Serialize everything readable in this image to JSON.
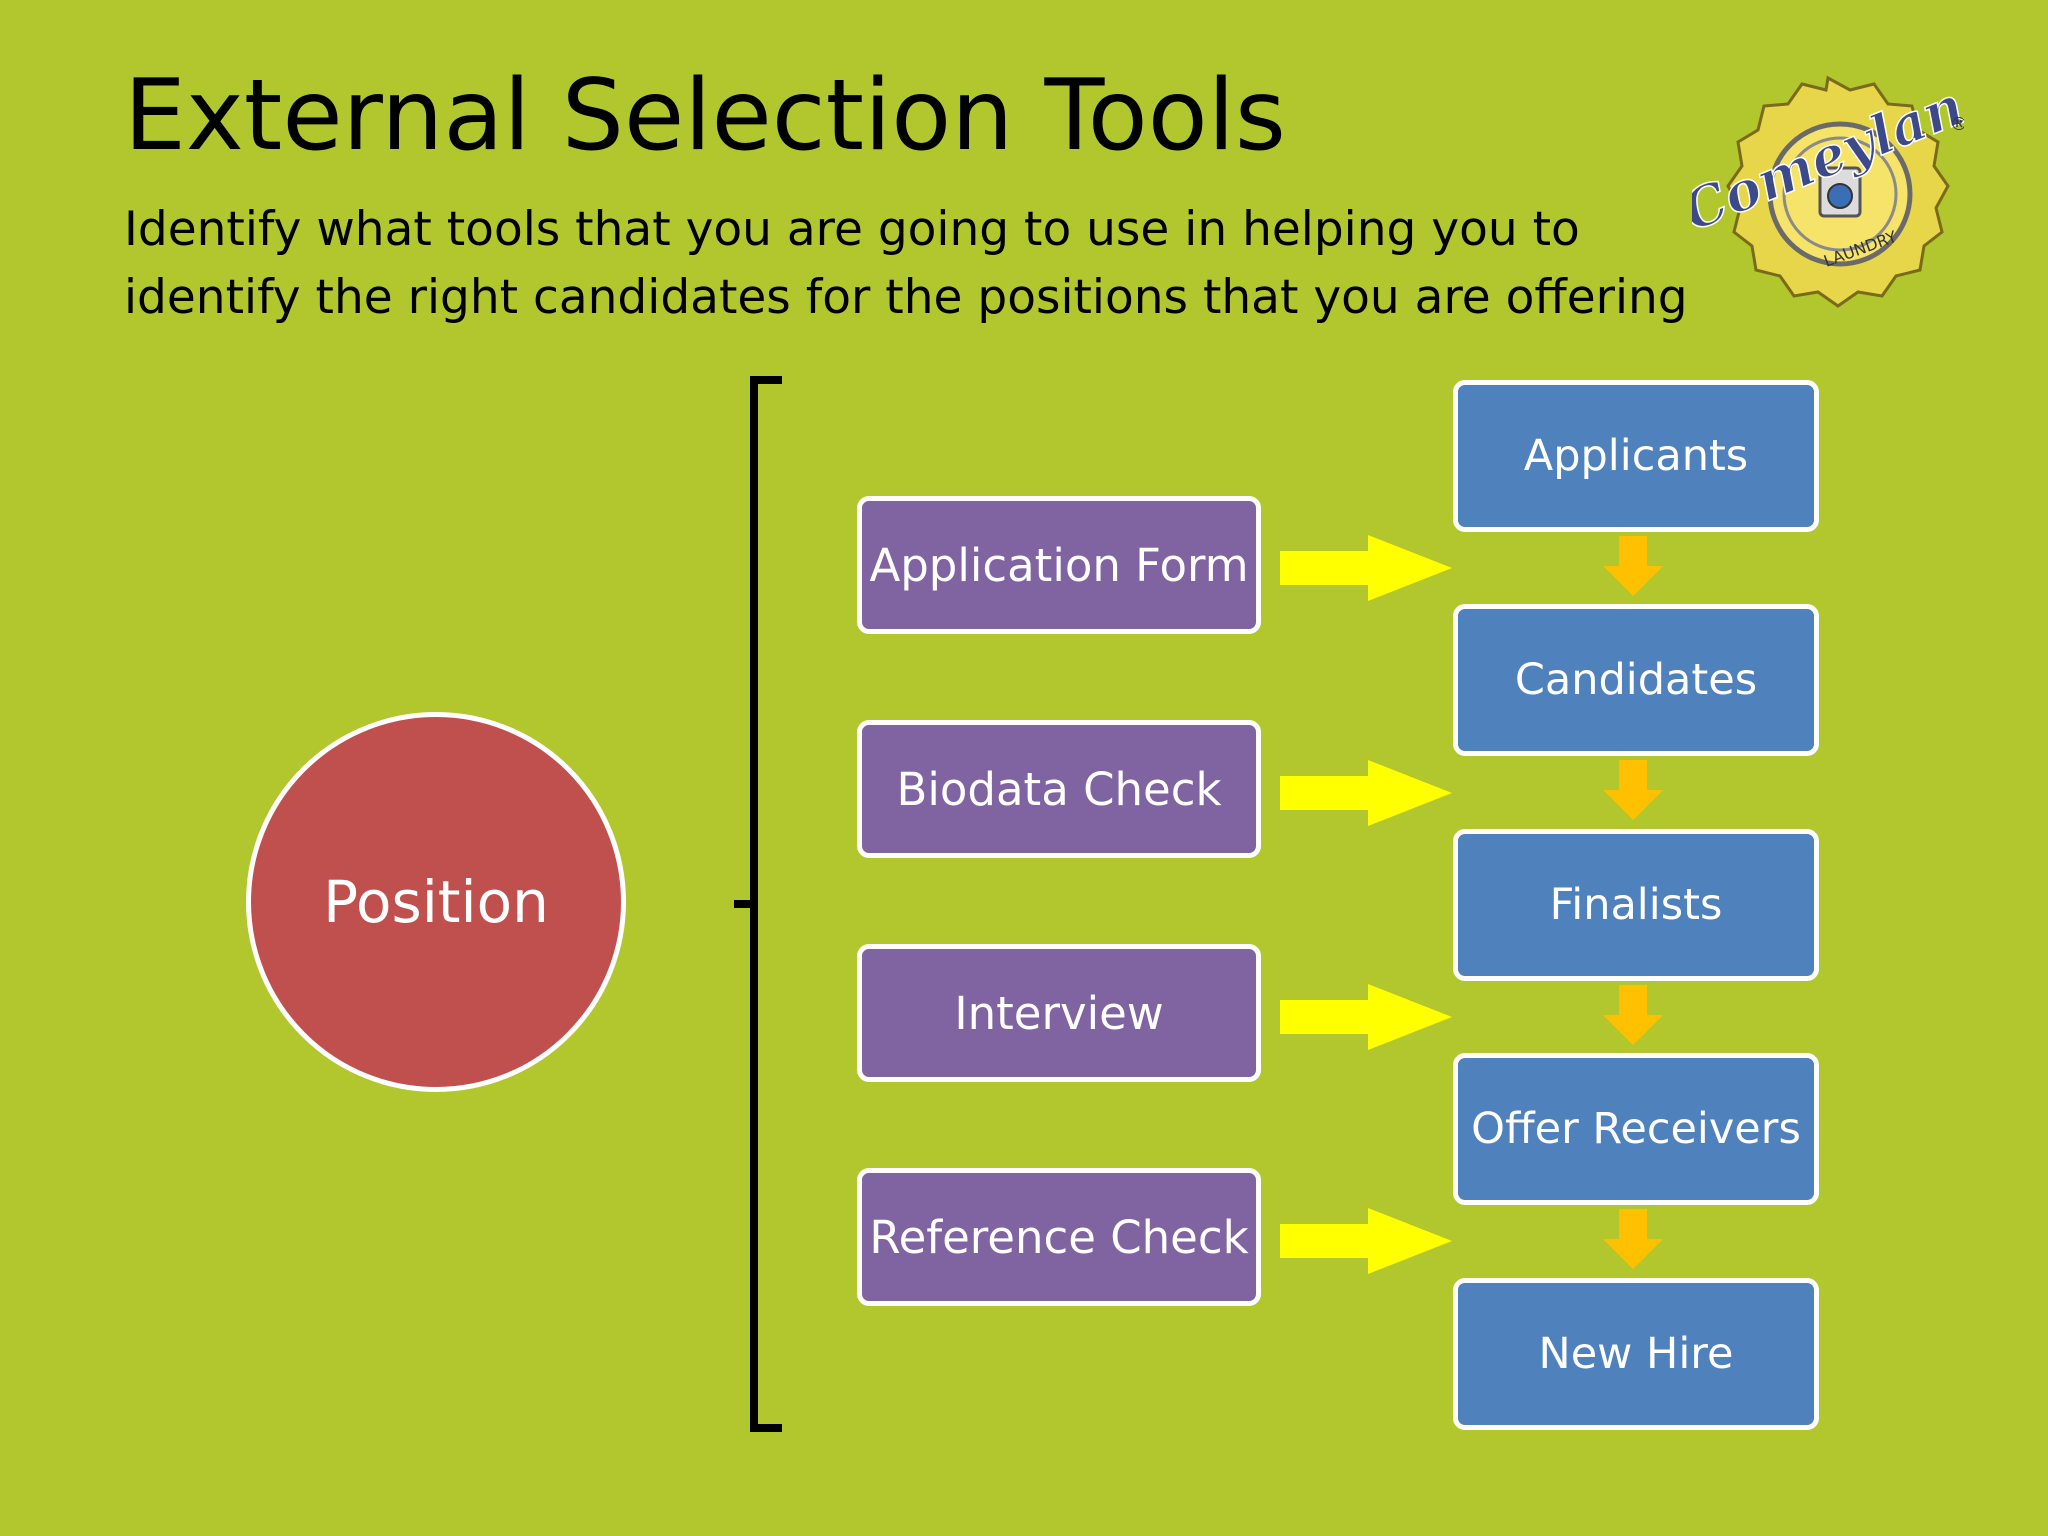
{
  "title": "External Selection Tools",
  "subtitle": "Identify what tools that you are going to use in helping you to identify the right candidates for the positions that you are offering",
  "logo": {
    "text": "Comeylan",
    "caption": "LAUNDRY",
    "registered": "®"
  },
  "position": {
    "label": "Position"
  },
  "tools": [
    {
      "label": "Application Form"
    },
    {
      "label": "Biodata Check"
    },
    {
      "label": "Interview"
    },
    {
      "label": "Reference Check"
    }
  ],
  "stages": [
    {
      "label": "Applicants"
    },
    {
      "label": "Candidates"
    },
    {
      "label": "Finalists"
    },
    {
      "label": "Offer Receivers"
    },
    {
      "label": "New Hire"
    }
  ],
  "colors": {
    "background": "#b1c72d",
    "position": "#c0504d",
    "tool": "#8064a2",
    "stage": "#4f81bd",
    "right_arrow": "#ffff00",
    "down_arrow": "#ffc000"
  }
}
